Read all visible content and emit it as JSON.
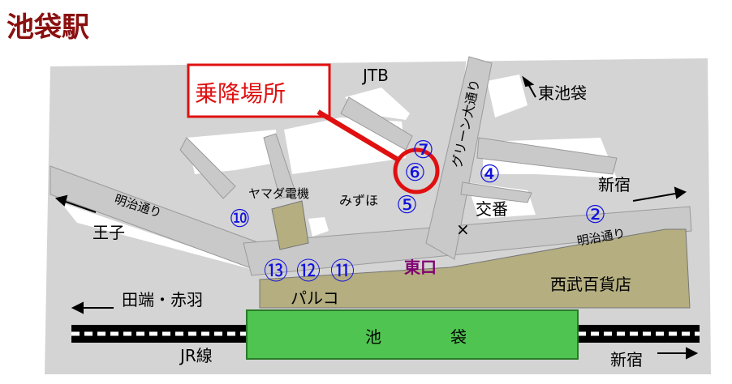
{
  "title": "池袋駅",
  "callout": "乗降場所",
  "station": {
    "first": "池",
    "second": "袋"
  },
  "labels": {
    "jtb": "JTB",
    "higashi_ikebukuro": "東池袋",
    "green_odori": "グリーン大通り",
    "shinjuku_top": "新宿",
    "koban": "交番",
    "yamada": "ヤマダ電機",
    "mizuho": "みずほ",
    "meiji_left": "明治通り",
    "meiji_right": "明治通り",
    "oji": "王子",
    "higashiguchi": "東口",
    "seibu": "西武百貨店",
    "tabata": "田端・赤羽",
    "parco": "パルコ",
    "jr_line": "JR線",
    "shinjuku_bottom": "新宿"
  },
  "stops": {
    "s7": "⑦",
    "s6": "⑥",
    "s4": "④",
    "s5": "⑤",
    "s2": "②",
    "s10": "⑩",
    "s13": "⑬",
    "s12": "⑫",
    "s11": "⑪"
  },
  "colors": {
    "title": "#8b1010",
    "callout": "#e01010",
    "stop_number": "#1010e0",
    "map_bg": "#d4d4d4",
    "block": "#b4ae80",
    "station": "#50c450",
    "higashiguchi": "#800070"
  }
}
